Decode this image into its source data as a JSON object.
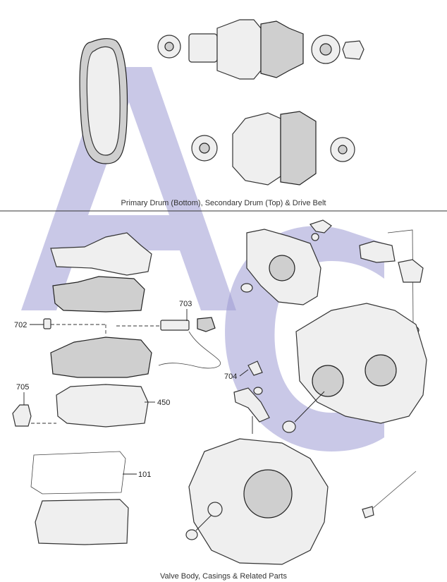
{
  "captions": {
    "top": "Primary Drum (Bottom), Secondary Drum (Top) & Drive Belt",
    "bottom": "Valve Body, Casings & Related Parts"
  },
  "callouts": {
    "c702": "702",
    "c703": "703",
    "c704": "704",
    "c705": "705",
    "c450": "450",
    "c101": "101"
  },
  "watermark": {
    "text": "AC",
    "color": "#9c9ad4"
  }
}
